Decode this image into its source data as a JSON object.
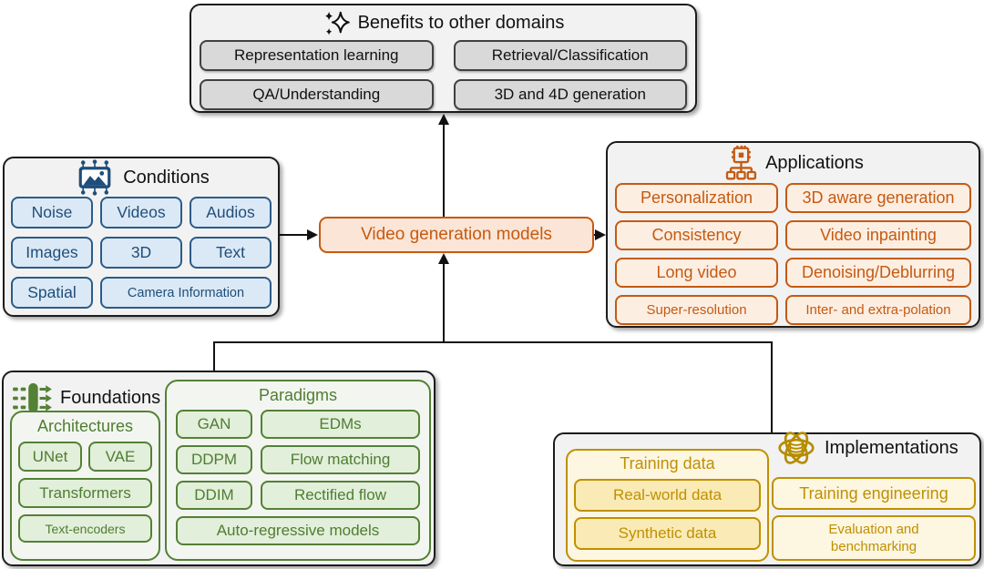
{
  "colors": {
    "panel_bg": "#f2f2f2",
    "panel_border": "#1c1c1c",
    "gray_chip": "#d9d9d9",
    "blue_border": "#2b5c88",
    "blue_fill": "#dbe9f6",
    "blue_text": "#1f4e79",
    "orange_border": "#c55a11",
    "orange_fill": "#fdeee2",
    "center_fill": "#fbe5d6",
    "green_border": "#538135",
    "green_fill": "#e2efda",
    "gold_border": "#bf9000",
    "gold_fill_light": "#fdf6e1",
    "gold_fill_inner": "#faeab6",
    "connector": "#111111"
  },
  "icons": {
    "benefits": "sparkles-icon",
    "conditions": "image-circuit-icon",
    "applications": "network-chip-icon",
    "foundations": "pipeline-icon",
    "implementations": "atom-database-icon"
  },
  "benefits": {
    "title": "Benefits to other domains",
    "items": [
      "Representation learning",
      "Retrieval/Classification",
      "QA/Understanding",
      "3D and 4D generation"
    ]
  },
  "conditions": {
    "title": "Conditions",
    "items": [
      "Noise",
      "Videos",
      "Audios",
      "Images",
      "3D",
      "Text",
      "Spatial",
      "Camera Information"
    ]
  },
  "center": {
    "label": "Video generation models"
  },
  "applications": {
    "title": "Applications",
    "items": [
      "Personalization",
      "3D aware generation",
      "Consistency",
      "Video inpainting",
      "Long video",
      "Denoising/Deblurring",
      "Super-resolution",
      "Inter- and extra-polation"
    ]
  },
  "foundations": {
    "title": "Foundations",
    "architectures": {
      "title": "Architectures",
      "items": [
        "UNet",
        "VAE",
        "Transformers",
        "Text-encoders"
      ]
    },
    "paradigms": {
      "title": "Paradigms",
      "items": [
        "GAN",
        "EDMs",
        "DDPM",
        "Flow matching",
        "DDIM",
        "Rectified flow",
        "Auto-regressive models"
      ]
    }
  },
  "implementations": {
    "title": "Implementations",
    "training_data": {
      "title": "Training data",
      "items": [
        "Real-world data",
        "Synthetic data"
      ]
    },
    "items": [
      "Training engineering",
      "Evaluation and benchmarking"
    ]
  }
}
